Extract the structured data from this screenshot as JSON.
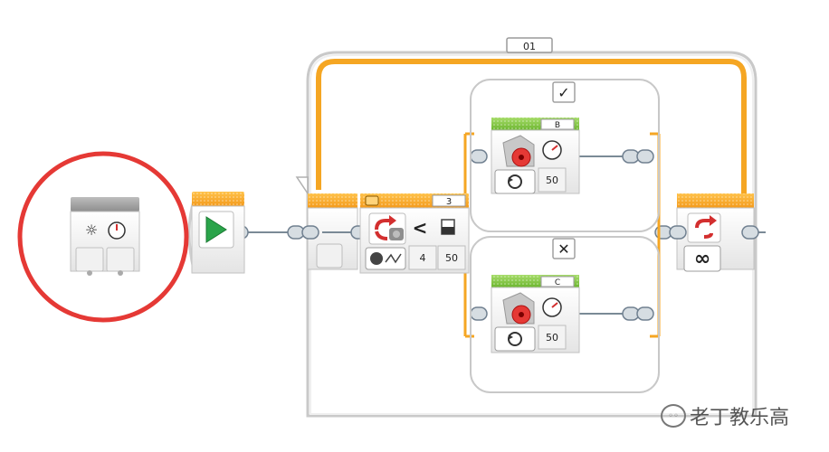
{
  "loop": {
    "name_label": "01",
    "end_label": "∞"
  },
  "switch": {
    "port_label": "3",
    "operator": "<",
    "compare_value": "4",
    "threshold": "50",
    "true_case_symbol": "✓",
    "false_case_symbol": "✕"
  },
  "motor_b": {
    "port_label": "B",
    "power": "50"
  },
  "motor_c": {
    "port_label": "C",
    "power": "50"
  },
  "watermark": {
    "text": "老丁教乐高"
  },
  "colors": {
    "orange": "#f5a623",
    "motor_green": "#7dc242",
    "start_green": "#2aa44a",
    "highlight_red": "#e53935",
    "sequence_wire": "#7a8a96"
  }
}
